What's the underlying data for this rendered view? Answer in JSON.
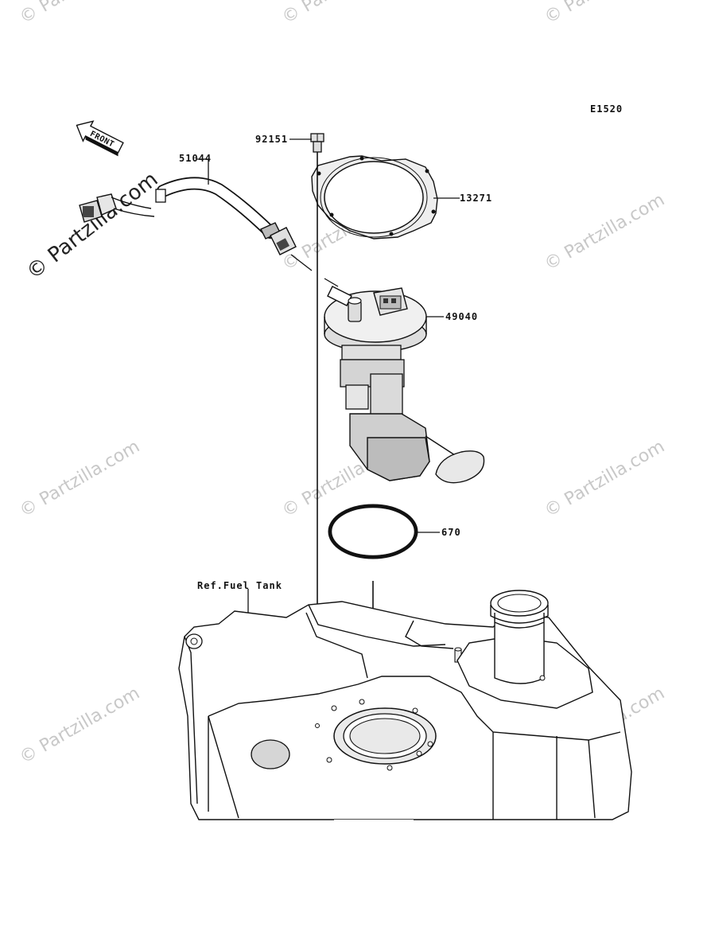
{
  "diagram_code": "E1520",
  "front_arrow_label": "FRONT",
  "reference_label": "Ref.Fuel Tank",
  "parts": [
    {
      "number": "92151"
    },
    {
      "number": "51044"
    },
    {
      "number": "13271"
    },
    {
      "number": "49040"
    },
    {
      "number": "670"
    }
  ],
  "watermark": "© Partzilla.com",
  "colors": {
    "line": "#111111",
    "part_fill": "#e4e4e4",
    "part_shade": "#c9c9c9",
    "watermark": "#c8c8c8"
  }
}
